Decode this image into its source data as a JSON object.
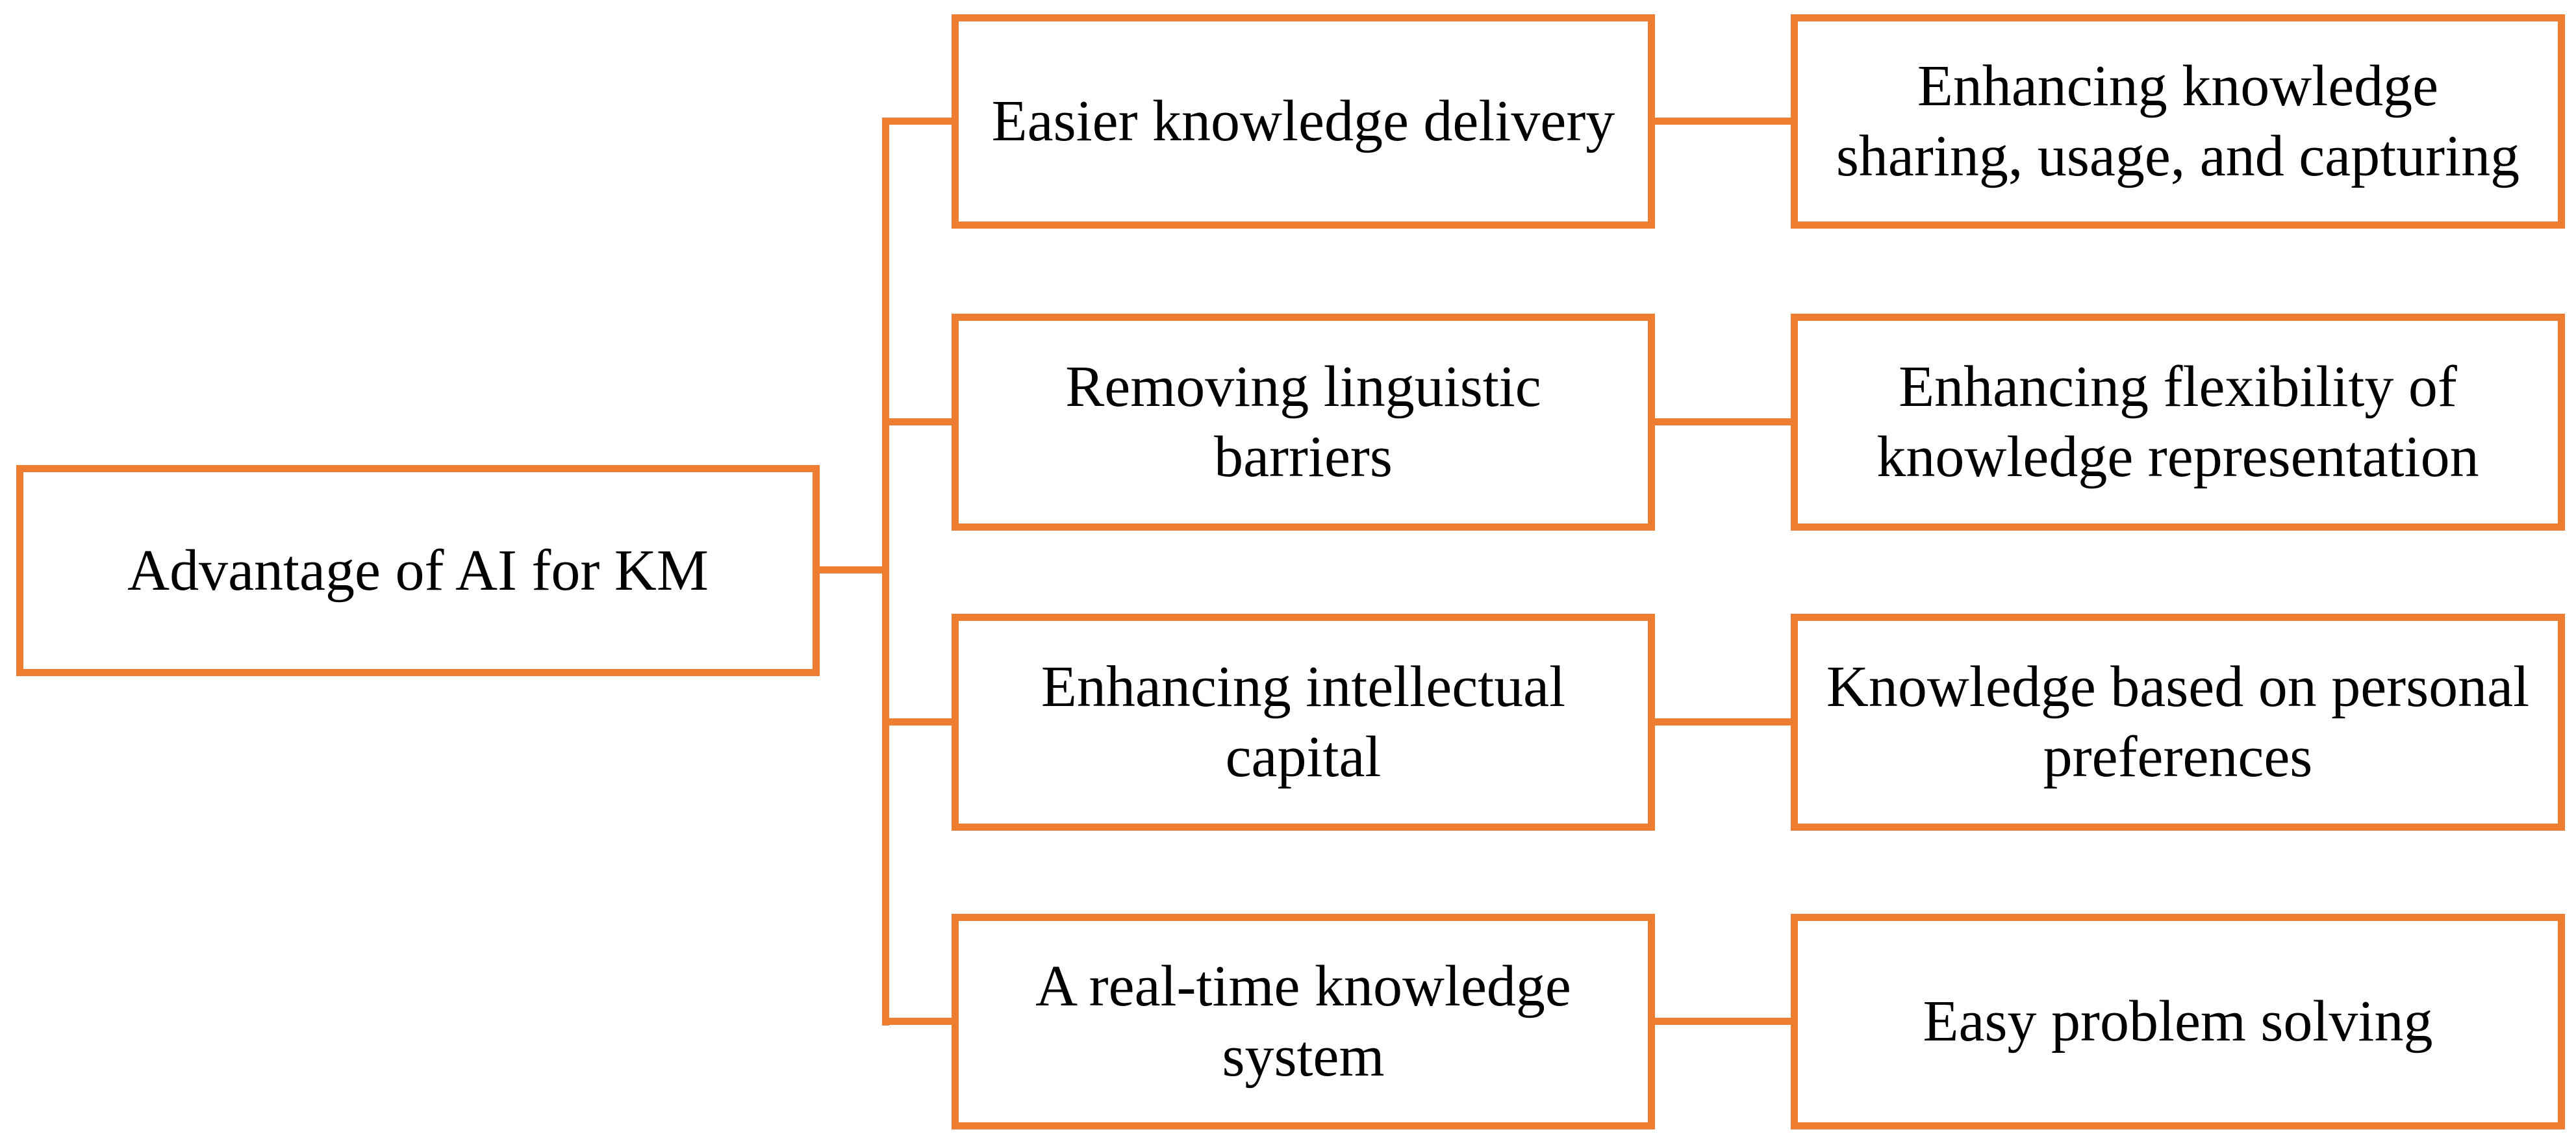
{
  "figure": {
    "accent_color": "#ED7D31",
    "text_color": "#000000",
    "root": {
      "label": "Advantage of AI for KM"
    },
    "advantages": [
      {
        "label": "Easier knowledge delivery",
        "outcome": "Enhancing knowledge\nsharing, usage, and capturing"
      },
      {
        "label": "Removing linguistic\nbarriers",
        "outcome": "Enhancing flexibility of\nknowledge representation"
      },
      {
        "label": "Enhancing intellectual\ncapital",
        "outcome": "Knowledge based on personal\npreferences"
      },
      {
        "label": "A real-time knowledge\nsystem",
        "outcome": "Easy problem solving"
      }
    ]
  }
}
